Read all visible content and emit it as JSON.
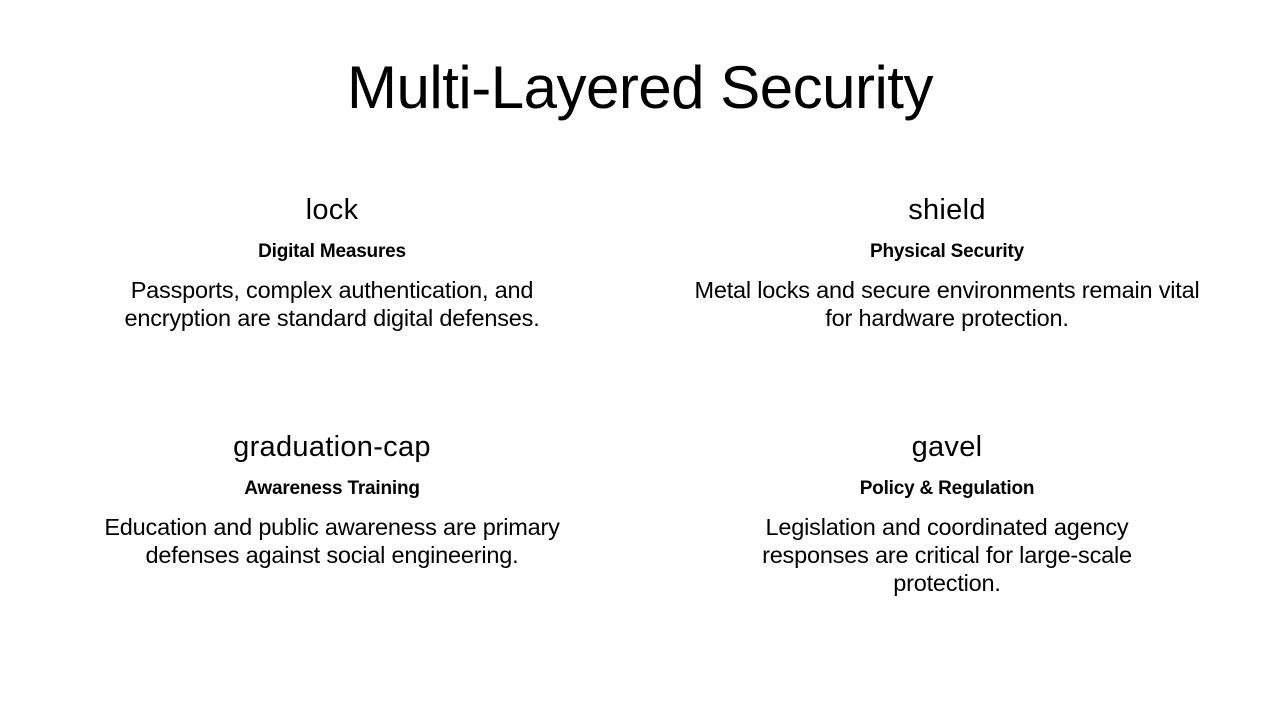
{
  "slide": {
    "title": "Multi-Layered Security"
  },
  "cards": [
    {
      "icon": "lock",
      "icon_label": "lock",
      "heading": "Digital Measures",
      "description": "Passports, complex authentication, and encryption are standard digital defenses."
    },
    {
      "icon": "shield",
      "icon_label": "shield",
      "heading": "Physical Security",
      "description": "Metal locks and secure environments remain vital for hardware protection."
    },
    {
      "icon": "graduation-cap",
      "icon_label": "graduation-cap",
      "heading": "Awareness Training",
      "description": "Education and public awareness are primary defenses against social engineering."
    },
    {
      "icon": "gavel",
      "icon_label": "gavel",
      "heading": "Policy & Regulation",
      "description": "Legislation and coordinated agency responses are critical for large-scale protection."
    }
  ],
  "colors": {
    "background": "#ffffff",
    "text": "#000000"
  }
}
